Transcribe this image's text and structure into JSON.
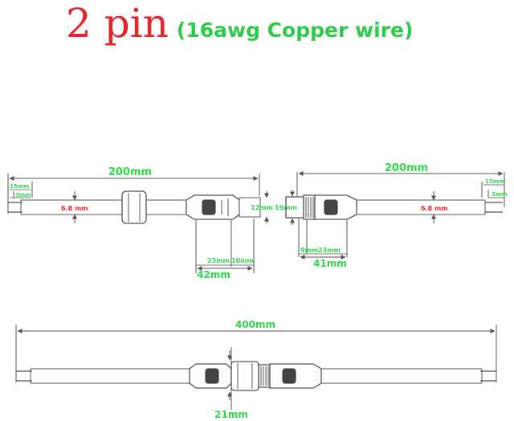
{
  "title": {
    "main": "2 pin",
    "sub": "(16awg Copper wire)"
  },
  "colors": {
    "title": "#e3262b",
    "subtitle": "#2ecb4a",
    "dimension_text": "#2fd84a",
    "wire_diameter": "#e3262b",
    "lines": "#555555"
  },
  "left_cable": {
    "total_length": "200mm",
    "strip_outer": "15mm",
    "strip_inner": "3mm",
    "wire_diameter": "6.8 mm",
    "thread_dia": "12mm",
    "segment_a": "23mm",
    "segment_b": "10mm",
    "connector_length": "42mm"
  },
  "right_cable": {
    "total_length": "200mm",
    "head_dia": "16mm",
    "segment_a": "9mm",
    "segment_b": "23mm",
    "connector_length": "41mm",
    "wire_diameter": "6.8 mm",
    "strip_outer": "15mm",
    "strip_inner": "3mm"
  },
  "assembled": {
    "total_length": "400mm",
    "coupling_length": "21mm"
  }
}
